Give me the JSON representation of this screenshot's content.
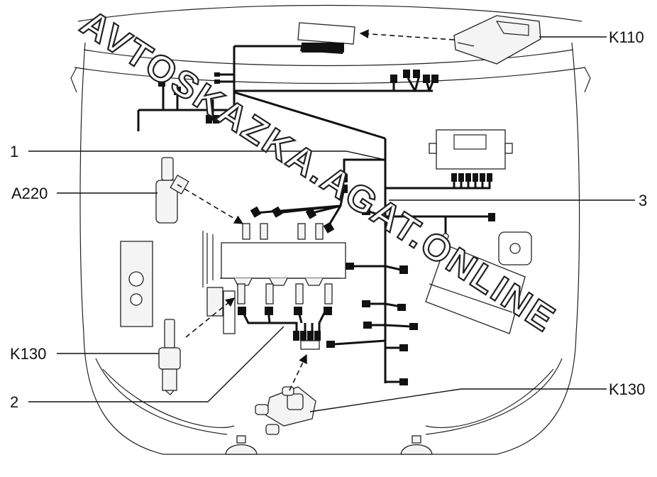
{
  "watermark": "AVTOSKAZKA.AGAT.ONLINE",
  "callouts": {
    "k110": "K110",
    "one": "1",
    "a220": "A220",
    "three": "3",
    "k130_left": "K130",
    "two": "2",
    "k130_right": "K130"
  },
  "icons": [
    "arrow-head-icon"
  ]
}
